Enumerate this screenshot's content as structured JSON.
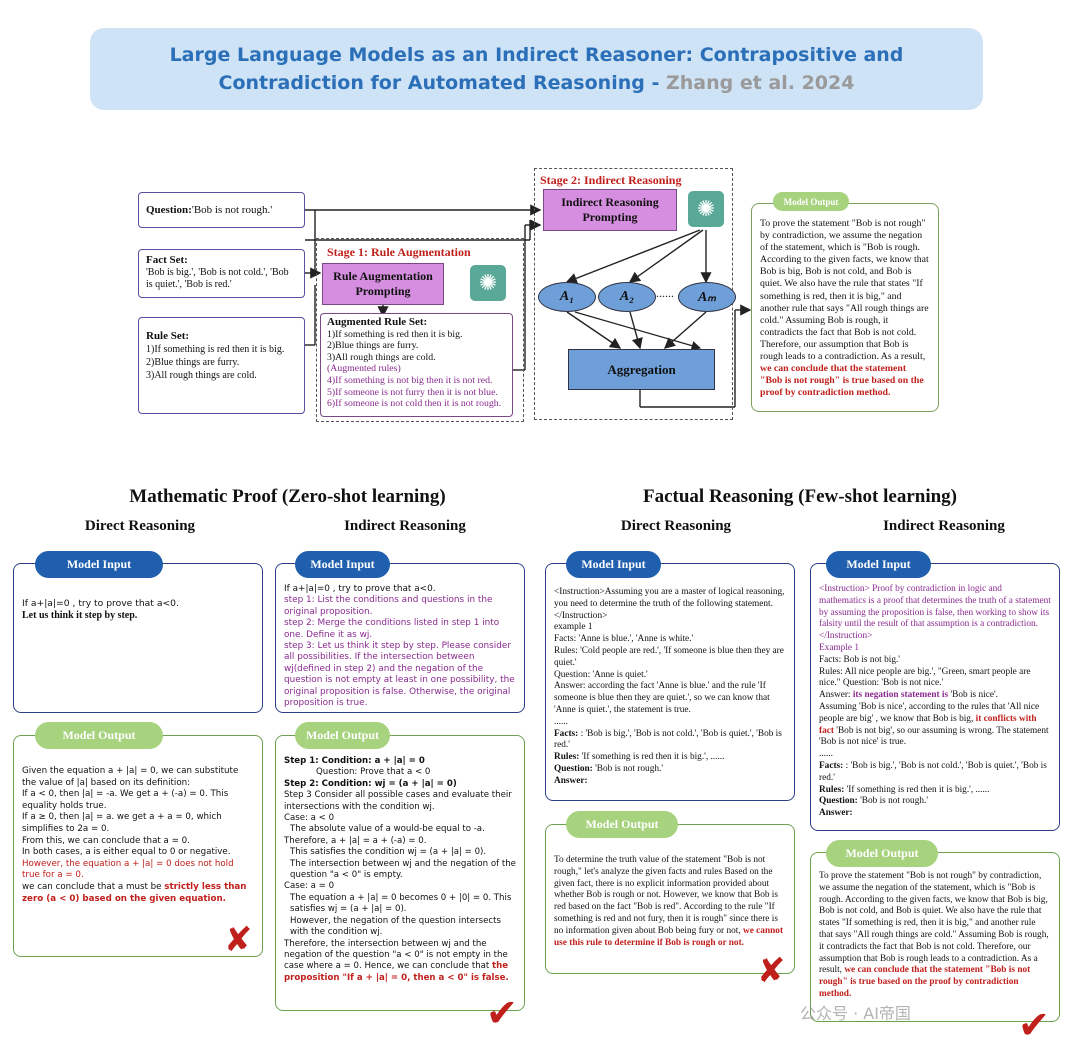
{
  "title": {
    "line1": "Large Language Models as an Indirect Reasoner: Contrapositive and",
    "line2": "Contradiction for Automated Reasoning - ",
    "author": "Zhang et al. 2024"
  },
  "diagram": {
    "question_label": "Question:",
    "question_text": " 'Bob is not rough.'",
    "fact_set_label": "Fact Set:",
    "fact_set_text": "'Bob is big.', 'Bob is not cold.', 'Bob is quiet.', 'Bob is red.'",
    "rule_set_label": "Rule Set:",
    "rule_set_items": [
      "1)If something is red then it is big.",
      "2)Blue things are furry.",
      "3)All rough things are cold."
    ],
    "stage1_title": "Stage 1: Rule Augmentation",
    "rule_aug_button": "Rule Augmentation Prompting",
    "augmented_title": "Augmented Rule Set:",
    "augmented_items": [
      "1)If something is red then it is big.",
      "2)Blue things are furry.",
      "3)All rough things are cold."
    ],
    "augmented_note": "(Augmented rules)",
    "augmented_new": [
      "4)If something is not big then it is not red.",
      "5)If someone is not furry then it is not blue.",
      "6)If someone is not cold then it is not rough."
    ],
    "stage2_title": "Stage 2: Indirect Reasoning",
    "indirect_button": "Indirect Reasoning Prompting",
    "answers": [
      "A₁",
      "A₂",
      "Aₘ"
    ],
    "dots": "......",
    "aggregation": "Aggregation",
    "model_output_label": "Model Output",
    "model_output_text": "To prove the statement \"Bob is not rough\" by contradiction, we assume the negation of the statement, which is \"Bob is rough. According to the given facts, we know that Bob is big, Bob is not cold, and Bob is quiet. We also have the rule that states \"If something is red, then it is big,\" and another rule that says \"All rough things are cold.\" Assuming Bob is rough, it contradicts the fact that Bob is not cold. Therefore, our assumption that Bob is rough leads to a contradiction. As a result,",
    "model_output_conclusion": "we can conclude that the statement \"Bob is not rough\" is true based on the proof by contradiction method."
  },
  "math": {
    "heading": "Mathematic Proof (Zero-shot learning)",
    "direct_label": "Direct Reasoning",
    "indirect_label": "Indirect Reasoning",
    "model_input_label": "Model Input",
    "model_output_label": "Model Output",
    "direct_input_line1": "If a+|a|=0 , try to prove that a<0.",
    "direct_input_line2": "Let us think it step by step.",
    "indirect_input_intro": "If a+|a|=0 , try to prove that a<0.",
    "indirect_input_steps": [
      "step 1: List the conditions and questions in the original proposition.",
      "step 2: Merge the conditions listed in step 1 into one. Define it as wj.",
      "step 3: Let us think it step by step. Please consider all possibilities. If the intersection between wj(defined in step 2) and the negation of the question is not empty at least in one possibility, the original proposition is false. Otherwise, the original proposition is true."
    ],
    "direct_output_lines": [
      "Given the equation a + |a| = 0, we can substitute the value of |a| based on its definition:",
      "If a < 0, then |a| = -a. We get a + (-a) = 0. This equality holds true.",
      "If a ≥ 0, then |a| = a. we get a + a = 0, which simplifies to 2a = 0.",
      "From this, we can conclude that a = 0.",
      "In both cases, a is either equal to 0 or negative."
    ],
    "direct_output_red": "However, the equation a + |a| = 0 does not hold true for a = 0.",
    "direct_output_tail": "we can conclude that a must be ",
    "direct_output_bold_red": "strictly less than zero (a < 0) based on the given equation.",
    "direct_mark": "✘",
    "indirect_output_lines": [
      "Step 1: Condition: a + |a| = 0",
      "Question: Prove that a < 0",
      "Step 2: Condition: wj = (a + |a| = 0)",
      "Step 3 Consider all possible cases and evaluate their intersections with the condition wj.",
      "Case: a < 0",
      "The absolute value of a would-be equal to -a. Therefore, a + |a| = a + (-a) = 0.",
      "This satisfies the condition wj = (a + |a| = 0).",
      "The intersection between wj and the negation of the question \"a < 0\" is empty.",
      "Case: a = 0",
      "The equation a + |a| = 0 becomes 0 + |0| = 0. This satisfies wj = (a + |a| = 0).",
      "However, the negation of the question intersects with the condition wj.",
      "Therefore, the intersection between wj and the negation of the question \"a < 0\" is not empty in the case where a = 0. Hence, we can conclude that "
    ],
    "indirect_output_red": "the proposition \"If a + |a| = 0, then a < 0\" is false.",
    "indirect_mark": "✔"
  },
  "fact": {
    "heading": "Factual Reasoning (Few-shot learning)",
    "direct_label": "Direct Reasoning",
    "indirect_label": "Indirect Reasoning",
    "model_input_label": "Model Input",
    "model_output_label": "Model Output",
    "direct_input_instruction": "<Instruction>Assuming you are a master of logical reasoning, you need to determine the truth of the following statement.</Instruction>",
    "direct_input_lines": [
      "example 1",
      "Facts: 'Anne is blue.', 'Anne is white.'",
      "Rules: 'Cold people are red.', 'If someone is blue then they are quiet.'",
      "Question: 'Anne is quiet.'",
      "Answer: according the fact 'Anne is blue.' and the rule 'If someone is blue then they are quiet.', so we can know that 'Anne is quiet.', the statement is true.",
      "......"
    ],
    "facts_label": "Facts:",
    "direct_facts": " : 'Bob is big.', 'Bob is not cold.', 'Bob is quiet.', 'Bob is red.'",
    "rules_label": "Rules:",
    "direct_rules": " 'If something is red then it is big.', ......",
    "question_label": "Question:",
    "direct_question": " 'Bob is not rough.'",
    "answer_label": "Answer:",
    "indirect_input_instruction": "<Instruction> Proof by contradiction in logic and mathematics is a proof that determines the truth of a statement by assuming the proposition is false, then working to show its falsity until the result of that assumption is a contradiction.</Instruction>",
    "indirect_input_lines": [
      "Example 1",
      "Facts: Bob is not big.'",
      "Rules: All nice people are big.', \"Green, smart people are nice.\" Question: 'Bob is not nice.'"
    ],
    "indirect_answer_prefix": "Answer: ",
    "indirect_answer_purple": "its negation statement is",
    "indirect_answer_suffix": " 'Bob is nice'.",
    "indirect_assume": "Assuming 'Bob is nice', according to the rules that 'All nice people are big' , we know that Bob is big, ",
    "indirect_conflict": "it conflicts with fact",
    "indirect_assume_tail": " 'Bob is not big', so our assuming is wrong. The statement 'Bob is not nice' is true.",
    "indirect_dots": "......",
    "indirect_facts": " : 'Bob is big.', 'Bob is not cold.', 'Bob is quiet.', 'Bob is red.'",
    "indirect_rules": " 'If something is red then it is big.', ......",
    "indirect_question": " 'Bob is not rough.'",
    "direct_output_text": "To determine the truth value of the statement \"Bob is not rough,\" let's analyze the given facts and rules Based on the given fact, there is no explicit information provided about whether Bob is rough or not. However, we know that Bob is red based on the fact \"Bob is red\". According to the rule \"If something is red and not fury, then it is rough\" since there is no information given about Bob being fury or not, ",
    "direct_output_red": "we cannot use this rule to determine if Bob is rough or not.",
    "direct_mark": "✘",
    "indirect_output_text": "To prove the statement \"Bob is not rough\" by contradiction, we assume the negation of the statement, which is \"Bob is rough. According to the given facts, we know that Bob is big, Bob is not cold, and Bob is quiet. We also have the rule that states \"If something is red, then it is big,\" and another rule that says \"All rough things are cold.\" Assuming Bob is rough, it contradicts the fact that Bob is not cold. Therefore, our assumption that Bob is rough leads to a contradiction. As a result,",
    "indirect_output_red": "we can conclude that the statement \"Bob is not rough\" is true based on the proof by contradiction method.",
    "indirect_mark": "✔"
  },
  "watermark": "公众号 · AI帝国",
  "colors": {
    "accent": "#2a6fb8",
    "red": "#c0201c",
    "purple": "#8a2a8f",
    "navy": "#1f5fae",
    "green": "#a7d27e"
  }
}
